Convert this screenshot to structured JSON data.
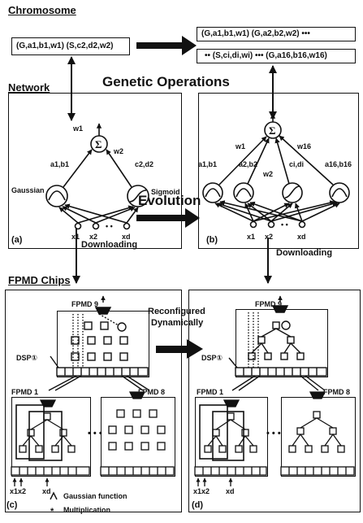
{
  "sections": {
    "chromosome": "Chromosome",
    "network": "Network",
    "fpmd_chips": "FPMD Chips"
  },
  "labels": {
    "genetic_operations": "Genetic Operations",
    "evolution": "Evolution",
    "downloading_left": "Downloading",
    "downloading_right": "Downloading",
    "reconfigured": "Reconfigured",
    "dynamically": "Dynamically"
  },
  "chromosome": {
    "left": "(G,a1,b1,w1) (S,c2,d2,w2)",
    "right_line1": "(G,a1,b1,w1) (G,a2,b2,w2) •••",
    "right_line2": "•• (S,ci,di,wi) ••• (G,a16,b16,w16)"
  },
  "network_a": {
    "w1": "w1",
    "w2": "w2",
    "a1b1": "a1,b1",
    "c2d2": "c2,d2",
    "gaussian": "Gaussian",
    "sigmoid": "Sigmoid",
    "x1": "x1",
    "x2": "x2",
    "xd": "xd",
    "dots": "• •",
    "panel": "(a)"
  },
  "network_b": {
    "w1": "w1",
    "w16": "w16",
    "w2": "w2",
    "a1b1": "a1,b1",
    "a2b2": "a2,b2",
    "cidi": "ci,di",
    "a16b16": "a16,b16",
    "x1": "x1",
    "x2": "x2",
    "xd": "xd",
    "dots": "• •",
    "panel": "(b)"
  },
  "chips_c": {
    "fpmd9": "FPMD 9",
    "dsp": "DSP①",
    "fpmd1": "FPMD 1",
    "fpmd8": "FPMD 8",
    "x1x2": "x1x2",
    "xd": "xd",
    "dots": "• • •",
    "panel": "(c)"
  },
  "chips_d": {
    "fpmd9": "FPMD 9",
    "dsp": "DSP①",
    "fpmd1": "FPMD 1",
    "fpmd8": "FPMD 8",
    "x1x2": "x1x2",
    "xd": "xd",
    "dots": "• • •",
    "panel": "(d)"
  },
  "legend": {
    "gaussian": "Gaussian function",
    "multiplication": "Multiplication"
  }
}
